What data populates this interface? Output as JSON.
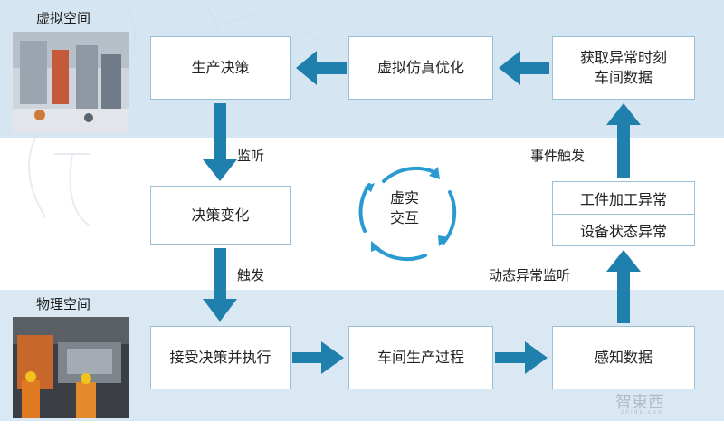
{
  "spaces": {
    "virtual": "虚拟空间",
    "physical": "物理空间"
  },
  "nodes": {
    "production_decision": "生产决策",
    "virtual_sim": "虚拟仿真优化",
    "fetch_anomaly_line1": "获取异常时刻",
    "fetch_anomaly_line2": "车间数据",
    "decision_change": "决策变化",
    "workpiece_anomaly": "工件加工异常",
    "equipment_anomaly": "设备状态异常",
    "accept_execute": "接受决策并执行",
    "workshop_process": "车间生产过程",
    "sense_data": "感知数据"
  },
  "edge_labels": {
    "monitor": "监听",
    "trigger": "触发",
    "event_trigger": "事件触发",
    "dynamic_monitor": "动态异常监听"
  },
  "center": {
    "line1": "虚实",
    "line2": "交互"
  },
  "watermark": {
    "logo": "智東西",
    "sub": "zhidx.com"
  },
  "colors": {
    "arrow": "#1f7fad",
    "cycle_arrow": "#2a9ad0",
    "band": "#d5e6f2",
    "box_border": "#9bbfd6"
  }
}
